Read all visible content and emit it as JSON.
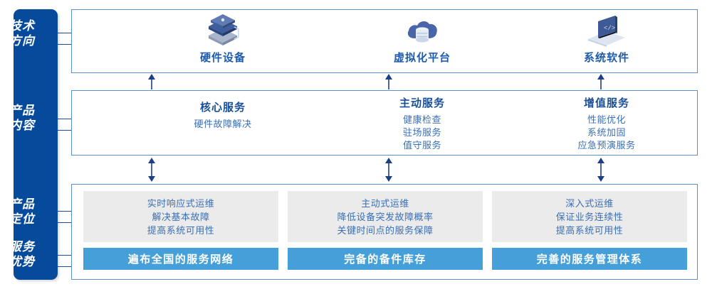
{
  "rail": {
    "labels": [
      {
        "name": "tech-direction",
        "text": "技术\n方向"
      },
      {
        "name": "product-content",
        "text": "产品\n内容"
      },
      {
        "name": "product-position",
        "text": "产品\n定位"
      },
      {
        "name": "service-advantage",
        "text": "服务\n优势"
      }
    ],
    "color": "#064a9b"
  },
  "tech": {
    "columns": [
      {
        "icon": "server-stack-icon",
        "title": "硬件设备"
      },
      {
        "icon": "cloud-database-icon",
        "title": "虚拟化平台"
      },
      {
        "icon": "laptop-code-icon",
        "title": "系统软件"
      }
    ]
  },
  "content": {
    "columns": [
      {
        "title": "核心服务",
        "items": [
          "硬件故障解决"
        ]
      },
      {
        "title": "主动服务",
        "items": [
          "健康检查",
          "驻场服务",
          "值守服务"
        ]
      },
      {
        "title": "增值服务",
        "items": [
          "性能优化",
          "系统加固",
          "应急预演服务"
        ]
      }
    ]
  },
  "bottom": {
    "columns": [
      {
        "position_items": [
          "实时响应式运维",
          "解决基本故障",
          "提高系统可用性"
        ],
        "advantage": "遍布全国的服务网络"
      },
      {
        "position_items": [
          "主动式运维",
          "降低设备突发故障概率",
          "关键时间点的服务保障"
        ],
        "advantage": "完备的备件库存"
      },
      {
        "position_items": [
          "深入式运维",
          "保证业务连续性",
          "提高系统可用性"
        ],
        "advantage": "完善的服务管理体系"
      }
    ],
    "gray_color": "#ebebeb",
    "bar_color": "#45a0da"
  },
  "arrows": {
    "tech_to_content": [
      "up",
      "up",
      "up"
    ],
    "content_to_bottom": [
      "both",
      "both",
      "both"
    ]
  }
}
